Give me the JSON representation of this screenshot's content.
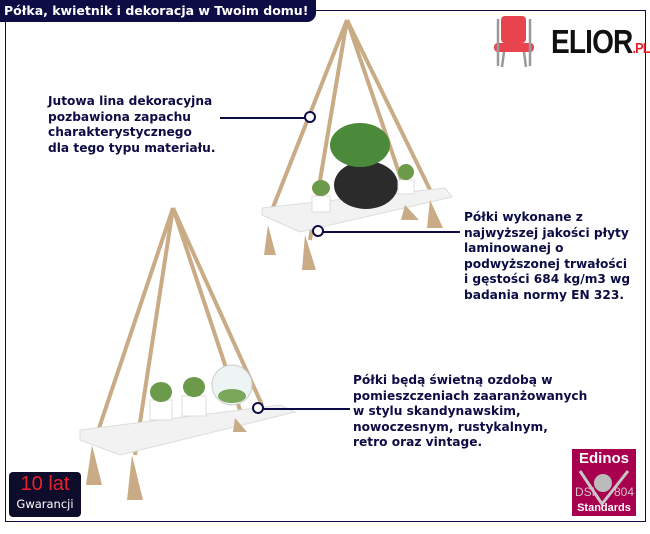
{
  "header": {
    "title": "Półka, kwietnik i dekoracja w Twoim domu!"
  },
  "brand": {
    "name": "ELIOR",
    "tld": ".PL"
  },
  "callouts": [
    {
      "text": "Jutowa lina dekoracyjna\npozbawiona zapachu\ncharakterystycznego\ndla tego typu materiału."
    },
    {
      "text": "Półki wykonane z\nnajwyższej jakości płyty\nlaminowanej o\npodwyższonej trwałości\ni gęstości 684 kg/m3 wg\nbadania normy EN 323."
    },
    {
      "text": "Półki będą świetną ozdobą w\npomieszczeniach zaaranżowanych\nw stylu skandynawskim,\nnowoczesnym, rustykalnym,\nretro oraz vintage."
    }
  ],
  "badges": {
    "warranty": {
      "years": "10 lat",
      "label": "Gwarancji"
    },
    "edinos": {
      "title": "Edinos",
      "left": "DSI",
      "right": "804",
      "bottom": "Standards"
    }
  },
  "colors": {
    "navy": "#0d0c45",
    "brand_red": "#e5202a",
    "edinos": "#a8004e"
  }
}
